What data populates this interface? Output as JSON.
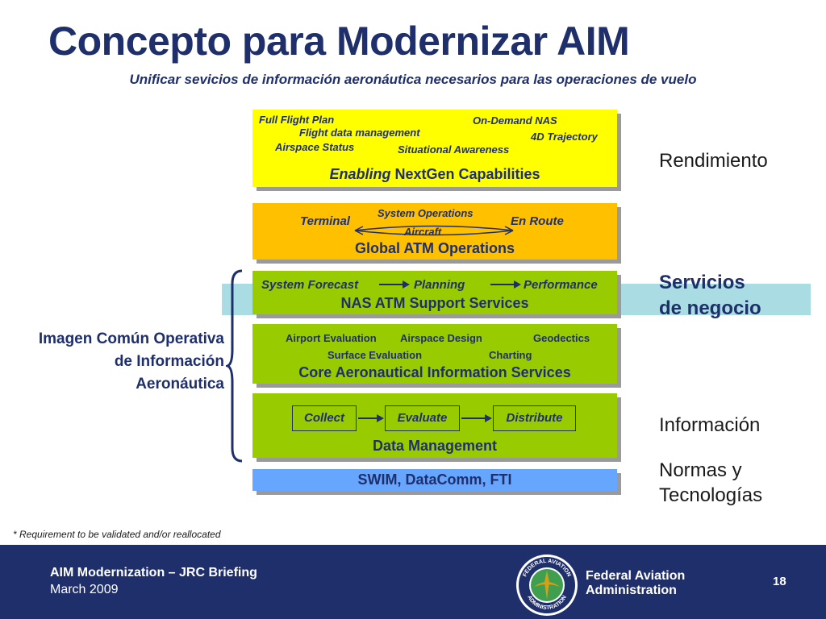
{
  "title": "Concepto para Modernizar AIM",
  "subtitle": "Unificar sevicios de información aeronáutica necesarios para las operaciones de vuelo",
  "layers": {
    "nextgen": {
      "items": [
        "Full Flight Plan",
        "Flight data management",
        "Airspace Status",
        "Situational Awareness",
        "On-Demand NAS",
        "4D Trajectory"
      ],
      "title_italic": "Enabling",
      "title_rest": " NextGen Capabilities"
    },
    "atm_ops": {
      "terminal": "Terminal",
      "system_operations": "System Operations",
      "aircraft": "Aircraft",
      "en_route": "En Route",
      "title": "Global ATM Operations"
    },
    "nas_support": {
      "flow": [
        "System Forecast",
        "Planning",
        "Performance"
      ],
      "title": "NAS ATM Support Services"
    },
    "core_ais": {
      "items": [
        "Airport Evaluation",
        "Airspace Design",
        "Geodectics",
        "Surface Evaluation",
        "Charting"
      ],
      "title": "Core Aeronautical Information Services"
    },
    "data_mgmt": {
      "steps": [
        "Collect",
        "Evaluate",
        "Distribute"
      ],
      "title": "Data Management"
    },
    "swim": {
      "title": "SWIM, DataComm, FTI"
    }
  },
  "right_labels": {
    "rendimiento": "Rendimiento",
    "servicios_line1": "Servicios",
    "servicios_line2": "de negocio",
    "informacion": "Información",
    "normas_line1": "Normas y",
    "normas_line2": "Tecnologías"
  },
  "left_label": {
    "line1": "Imagen Común Operativa",
    "line2": "de Información",
    "line3": "Aeronáutica"
  },
  "footnote": "* Requirement to be validated and/or reallocated",
  "footer": {
    "briefing": "AIM Modernization – JRC Briefing",
    "date": "March 2009",
    "org_line1": "Federal Aviation",
    "org_line2": "Administration",
    "page_number": "18",
    "seal_top": "FEDERAL AVIATION",
    "seal_bottom": "ADMINISTRATION"
  },
  "colors": {
    "navy": "#1f2f6b",
    "yellow": "#ffff00",
    "orange": "#ffc000",
    "green": "#99cc00",
    "blue": "#66a6ff",
    "band": "#a9dde3"
  }
}
